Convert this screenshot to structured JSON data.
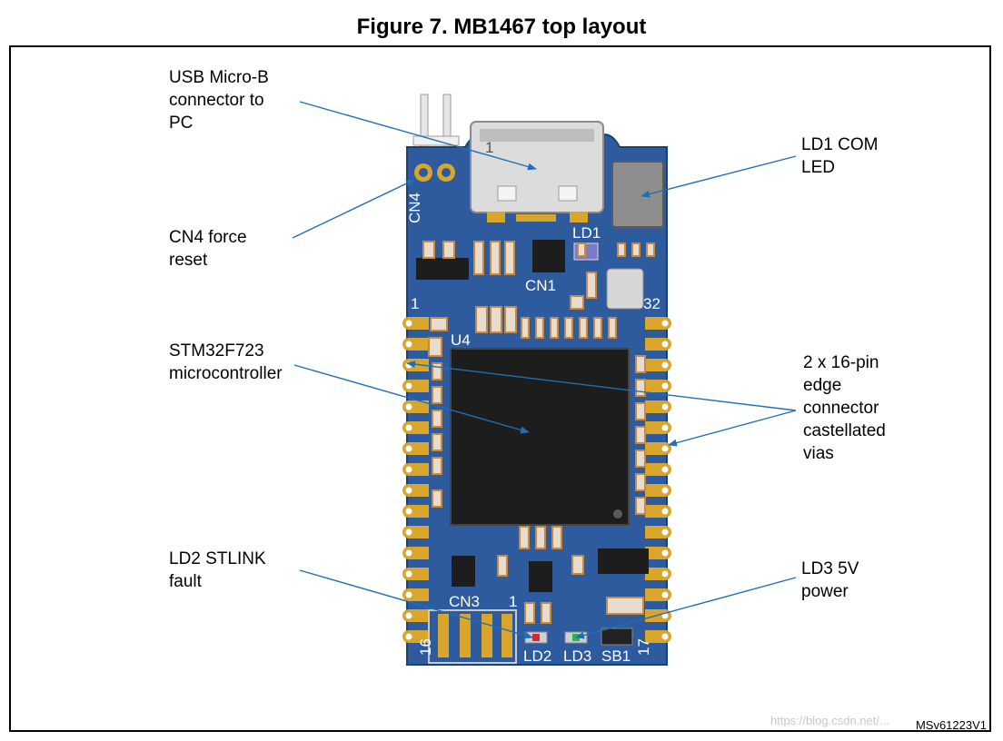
{
  "figure": {
    "title": "Figure 7. MB1467 top layout",
    "reference": "MSv61223V1",
    "watermark": "https://blog.csdn.net/..."
  },
  "callouts": {
    "usb": [
      "USB Micro-B",
      "connector to",
      "PC"
    ],
    "cn4": [
      "CN4 force",
      "reset"
    ],
    "mcu": [
      "STM32F723",
      "microcontroller"
    ],
    "ld2": [
      "LD2 STLINK",
      "fault"
    ],
    "ld1": [
      "LD1 COM",
      "LED"
    ],
    "edge": [
      "2 x 16-pin",
      "edge",
      "connector",
      "castellated",
      "vias"
    ],
    "ld3": [
      "LD3 5V",
      "power"
    ]
  },
  "silkscreen": {
    "cn4": "CN4",
    "cn1": "CN1",
    "ld1": "LD1",
    "u4": "U4",
    "pin1": "1",
    "pin32": "32",
    "cn3": "CN3",
    "cn3_pin1": "1",
    "pin16": "16",
    "pin17": "17",
    "ld2": "LD2",
    "ld3": "LD3",
    "sb1": "SB1",
    "usb_pin1": "1"
  },
  "colors": {
    "pcb": "#2d5b9e",
    "pad": "#d9a62b",
    "chip": "#1d1d1d",
    "leader": "#1f6fb5"
  }
}
